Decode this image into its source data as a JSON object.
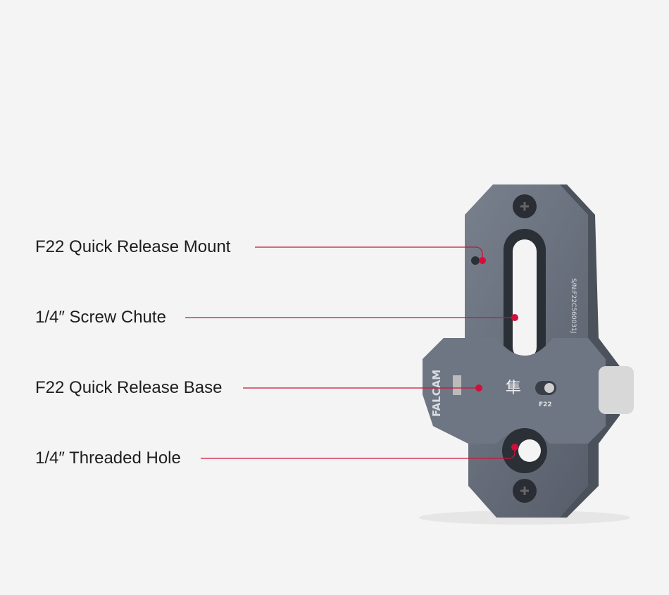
{
  "callouts": [
    {
      "label": "F22 Quick Release Mount"
    },
    {
      "label": "1/4″ Screw Chute"
    },
    {
      "label": "F22 Quick Release Base"
    },
    {
      "label": "1/4″ Threaded Hole"
    }
  ],
  "product": {
    "brand": "FALCAM",
    "serial": "S/N:F22C560031J",
    "model_mark": "F22",
    "logo_glyph": "隼"
  },
  "colors": {
    "accent": "#d0103a",
    "body": "#6b7380",
    "background": "#f4f4f4"
  }
}
